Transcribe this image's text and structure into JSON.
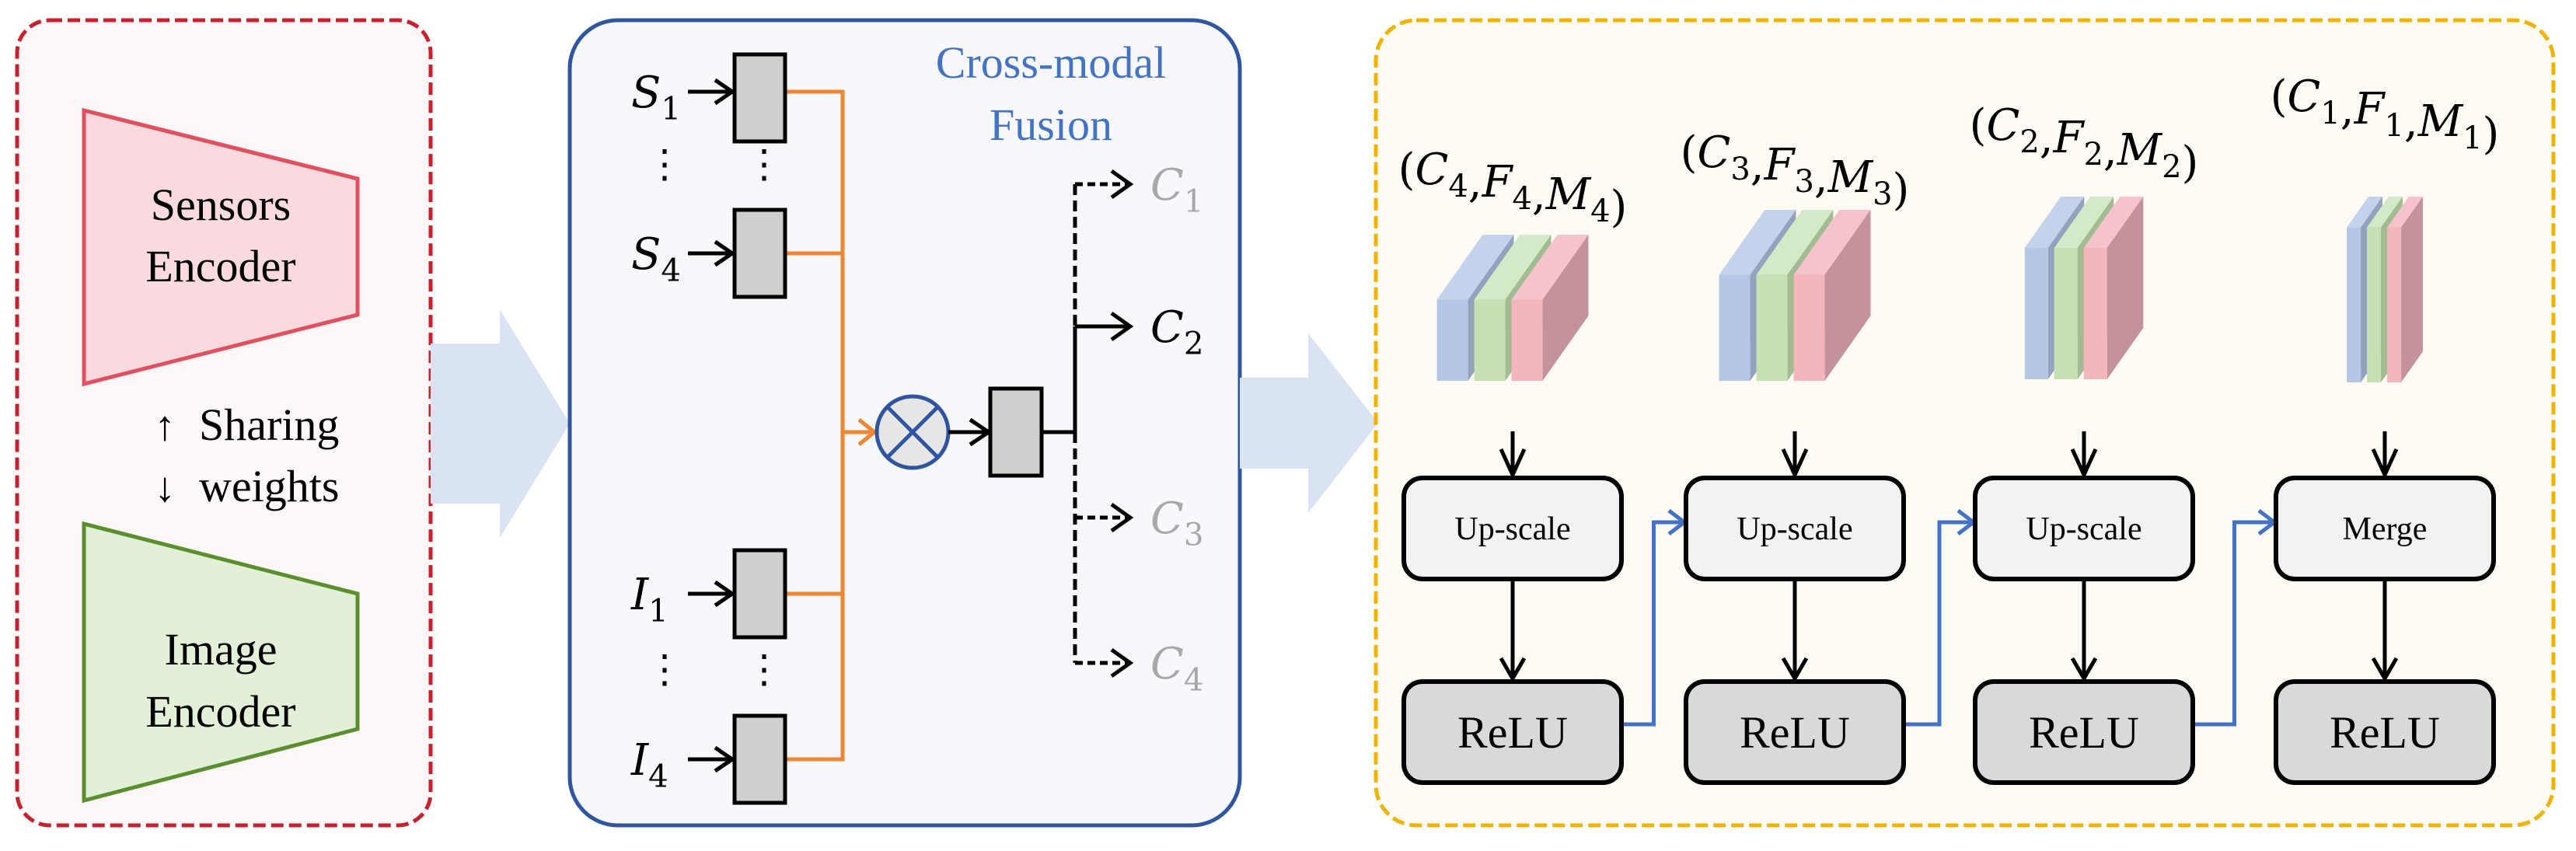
{
  "colors": {
    "encoder_panel_border": "#c8202f",
    "encoder_panel_bg": "#fdf7f7",
    "sensors_encoder_stroke": "#e0505f",
    "sensors_encoder_fill": "#f8dadf",
    "image_encoder_stroke": "#5b8f2e",
    "image_encoder_fill": "#e3f0d8",
    "fusion_panel_border": "#2f55a0",
    "fusion_panel_bg": "#f6f8fc",
    "fusion_title": "#4472c4",
    "orange_bus": "#ef8632",
    "gray_block": "#d0cfcf",
    "multiply_fill": "#e6e6e6",
    "inactive_output": "#a8a8a8",
    "big_arrow": "#dae3f3",
    "decoder_panel_border": "#f0b400",
    "decoder_panel_bg": "#fdfbf3",
    "upper_block_fill": "#f2f2f2",
    "lower_block_fill": "#d9d9d9",
    "skip_link": "#4472c4",
    "feature_blue": "#b4c7e7",
    "feature_green": "#c5e0b4",
    "feature_pink": "#f4b6bd"
  },
  "encoders": {
    "sensors": {
      "line1": "Sensors",
      "line2": "Encoder"
    },
    "image": {
      "line1": "Image",
      "line2": "Encoder"
    },
    "sharing": {
      "line1": "Sharing",
      "line2": "weights",
      "up_arrow": "↑",
      "down_arrow": "↓"
    }
  },
  "fusion": {
    "title_line1": "Cross-modal",
    "title_line2": "Fusion",
    "inputs": [
      {
        "base": "S",
        "sub": "1"
      },
      {
        "base": "S",
        "sub": "4"
      },
      {
        "base": "I",
        "sub": "1"
      },
      {
        "base": "I",
        "sub": "4"
      }
    ],
    "ellipsis": "⋮",
    "operator": "⊗",
    "outputs": [
      {
        "base": "C",
        "sub": "1",
        "active": false
      },
      {
        "base": "C",
        "sub": "2",
        "active": true
      },
      {
        "base": "C",
        "sub": "3",
        "active": false
      },
      {
        "base": "C",
        "sub": "4",
        "active": false
      }
    ]
  },
  "decoder": {
    "stages": [
      {
        "tuple": {
          "c": "4",
          "f": "4",
          "m": "4"
        },
        "upper": "Up-scale",
        "lower": "ReLU"
      },
      {
        "tuple": {
          "c": "3",
          "f": "3",
          "m": "3"
        },
        "upper": "Up-scale",
        "lower": "ReLU"
      },
      {
        "tuple": {
          "c": "2",
          "f": "2",
          "m": "2"
        },
        "upper": "Up-scale",
        "lower": "ReLU"
      },
      {
        "tuple": {
          "c": "1",
          "f": "1",
          "m": "1"
        },
        "upper": "Merge",
        "lower": "ReLU"
      }
    ]
  }
}
